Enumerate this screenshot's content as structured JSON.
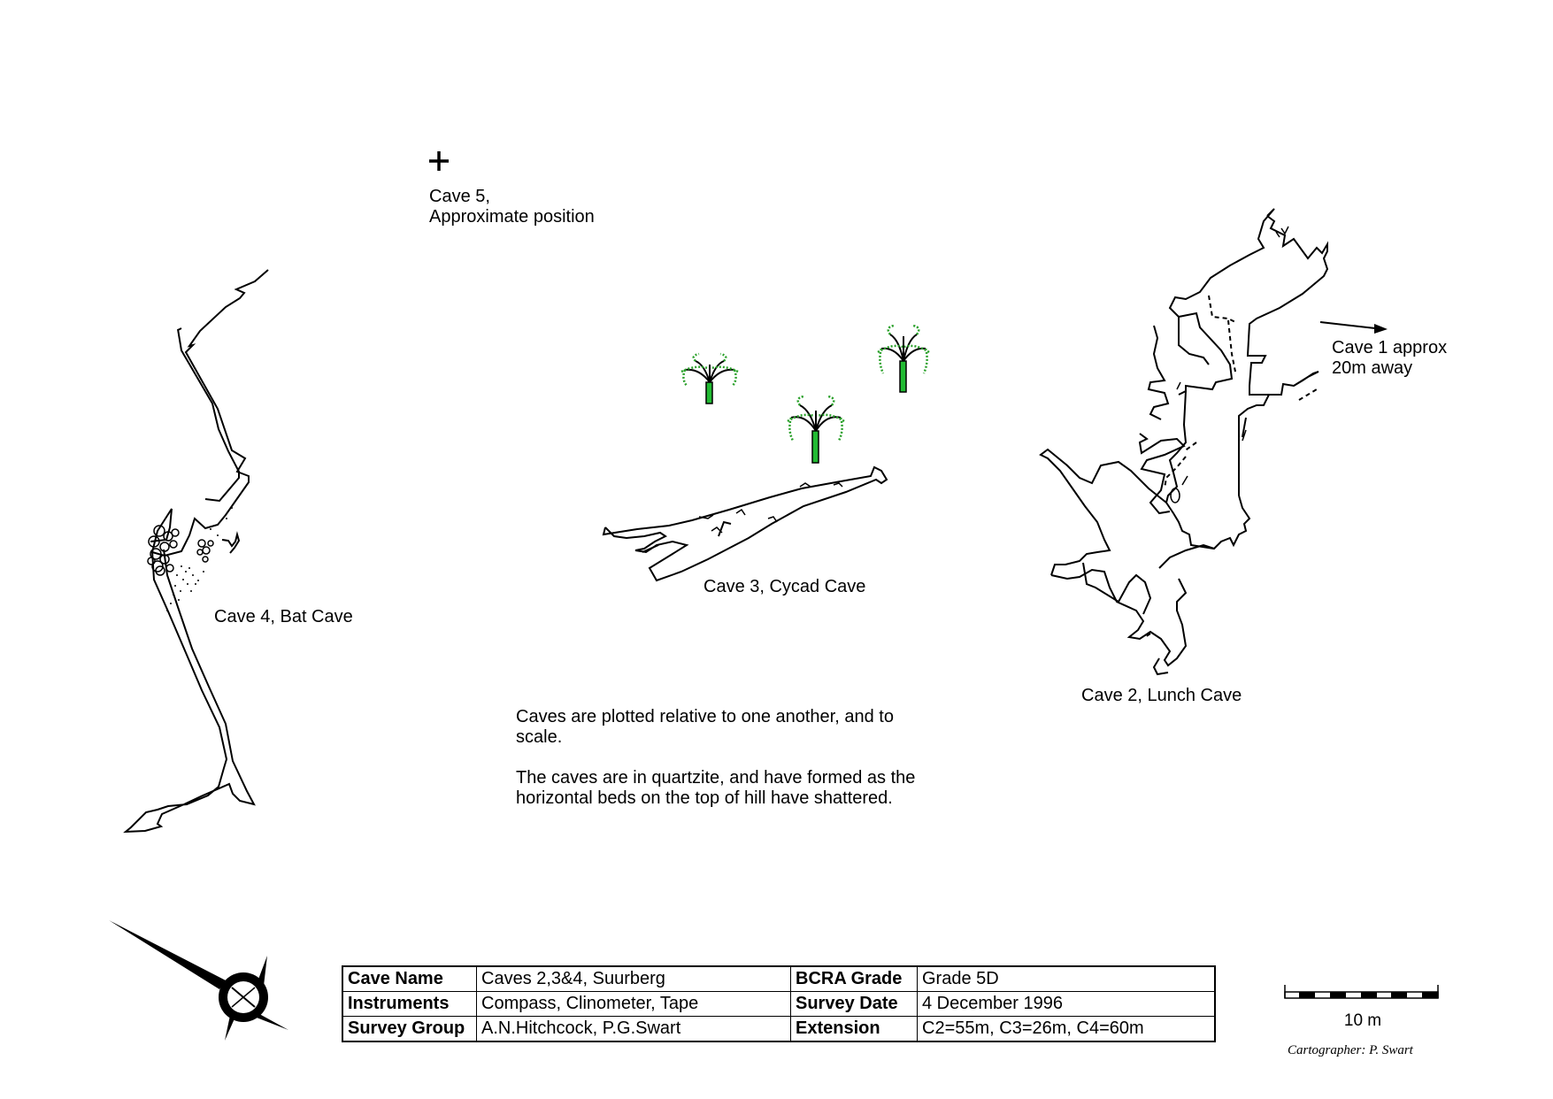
{
  "labels": {
    "cave5": "Cave 5,",
    "cave5_sub": "Approximate position",
    "cave4": "Cave 4, Bat Cave",
    "cave3": "Cave 3, Cycad Cave",
    "cave2": "Cave 2, Lunch Cave",
    "cave1_line1": "Cave 1 approx",
    "cave1_line2": "20m away"
  },
  "notes": {
    "line1": "Caves are plotted relative to one another, and to scale.",
    "line2": "The caves are in quartzite, and have formed as the horizontal beds on the top of hill have shattered."
  },
  "info_table": {
    "cave_name_label": "Cave Name",
    "cave_name": "Caves 2,3&4, Suurberg",
    "bcra_label": "BCRA Grade",
    "bcra": "Grade 5D",
    "instruments_label": "Instruments",
    "instruments": "Compass, Clinometer, Tape",
    "survey_date_label": "Survey Date",
    "survey_date": "4 December 1996",
    "survey_group_label": "Survey Group",
    "survey_group": "A.N.Hitchcock, P.G.Swart",
    "extension_label": "Extension",
    "extension": "C2=55m, C3=26m, C4=60m"
  },
  "scale_bar": {
    "label": "10 m"
  },
  "cartographer": "Cartographer: P. Swart",
  "colors": {
    "cycad_trunk": "#22bb33",
    "cycad_leaf": "#2aa02a",
    "ink": "#000000"
  },
  "icons": [
    "north-arrow-icon",
    "cycad-icon",
    "cave-position-cross-icon",
    "direction-arrow-icon"
  ]
}
